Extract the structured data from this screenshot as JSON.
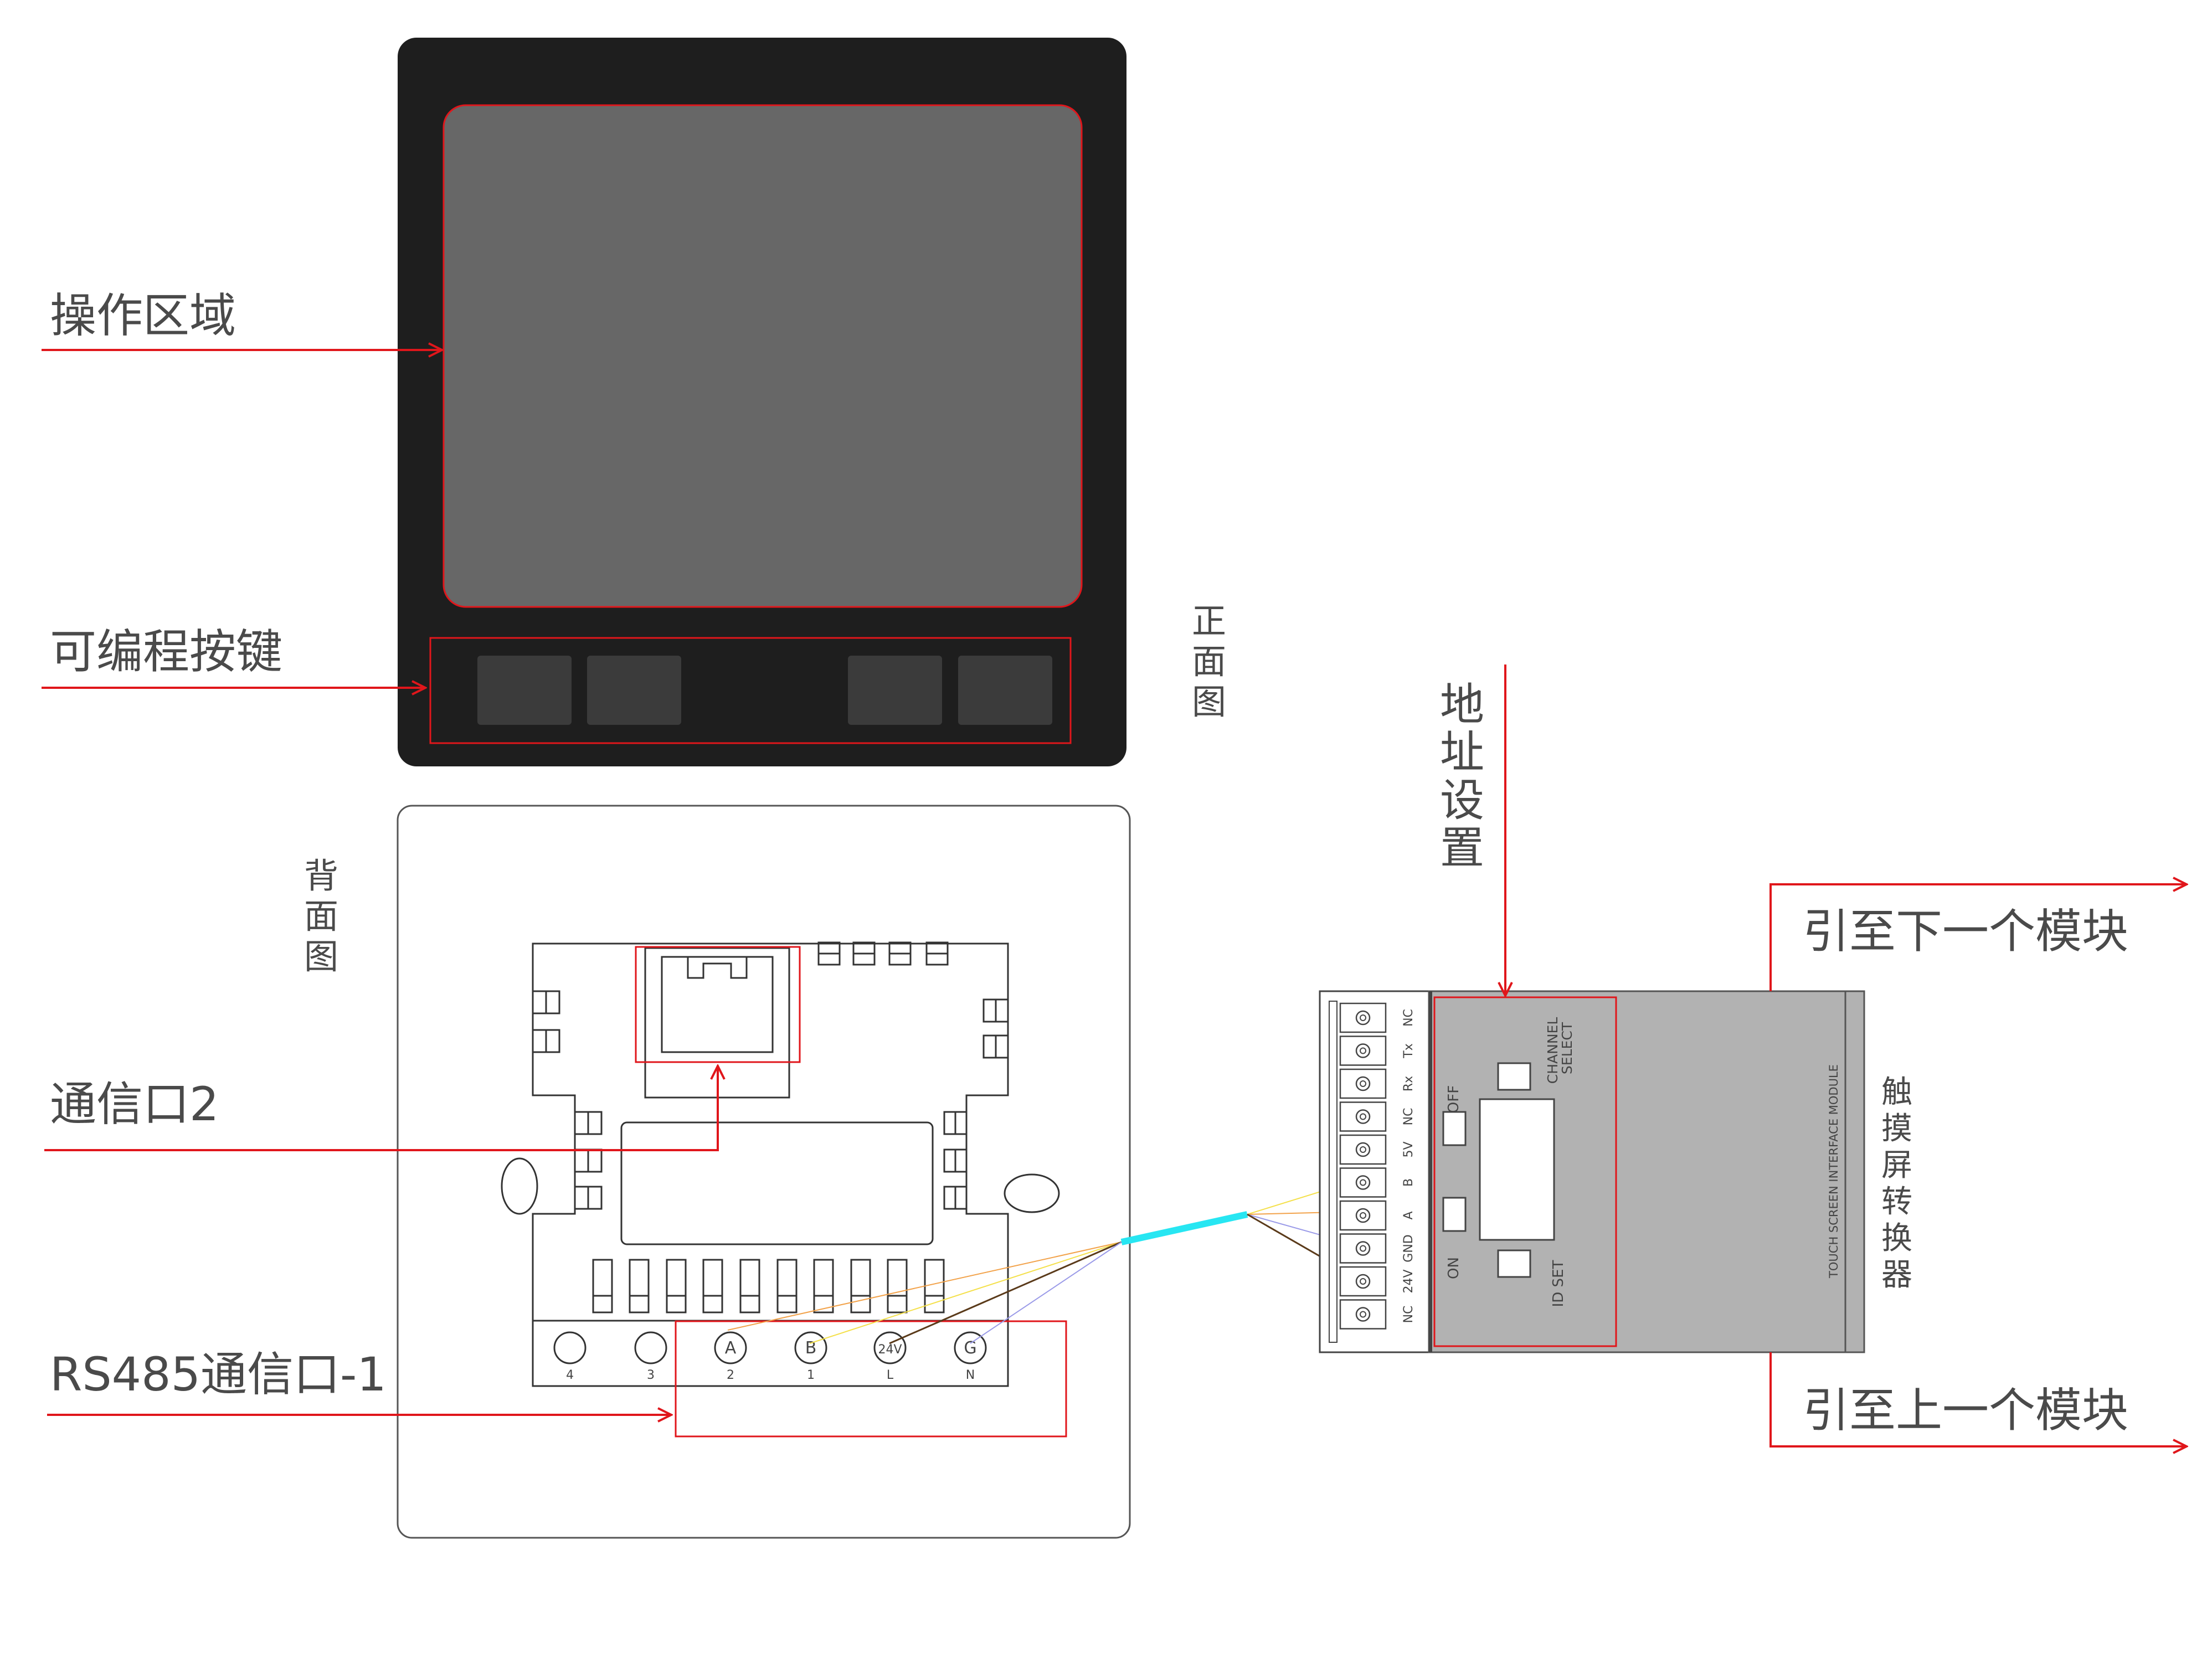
{
  "colors": {
    "accent_red": "#e0161b",
    "front_body": "#1e1e1e",
    "screen": "#676767",
    "key": "#3b3b3b",
    "module_body": "#b2b2b2",
    "cable": "#27e6f2"
  },
  "labels": {
    "operation_area": "操作区域",
    "programmable_keys": "可编程按键",
    "front_view": "正面图",
    "back_view": "背面图",
    "comm_port_2": "通信口2",
    "rs485_port_1": "RS485通信口-1",
    "address_setting": "地址设置",
    "to_next_module": "引至下一个模块",
    "to_prev_module": "引至上一个模块",
    "converter": "触摸屏转换器"
  },
  "back_terminals": [
    {
      "symbol": "",
      "label": "4"
    },
    {
      "symbol": "",
      "label": "3"
    },
    {
      "symbol": "A",
      "label": "2"
    },
    {
      "symbol": "B",
      "label": "1"
    },
    {
      "symbol": "24V",
      "label": "L"
    },
    {
      "symbol": "G",
      "label": "N"
    }
  ],
  "module": {
    "pins": [
      "NC",
      "Tx",
      "Rx",
      "NC",
      "5V",
      "B",
      "A",
      "GND",
      "24V",
      "NC"
    ],
    "off_label": "OFF",
    "on_label": "ON",
    "channel_select": [
      "CHANNEL",
      "SELECT"
    ],
    "id_set": "ID SET",
    "module_name": "TOUCH SCREEN INTERFACE MODULE"
  }
}
